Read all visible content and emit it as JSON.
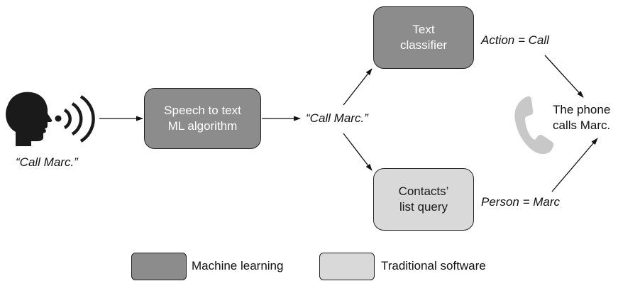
{
  "speaker_quote": "“Call Marc.”",
  "nodes": {
    "speech_to_text": {
      "line1": "Speech to text",
      "line2": "ML algorithm"
    },
    "text_classifier": {
      "line1": "Text",
      "line2": "classifier"
    },
    "contacts_query": {
      "line1": "Contacts’",
      "line2": "list query"
    }
  },
  "transcript_label": "“Call Marc.”",
  "action_label": "Action = Call",
  "person_label": "Person = Marc",
  "result": {
    "line1": "The phone",
    "line2": "calls Marc."
  },
  "legend": {
    "ml_label": "Machine learning",
    "traditional_label": "Traditional software"
  },
  "colors": {
    "ml_fill": "#8c8c8c",
    "traditional_fill": "#d9d9d9",
    "head": "#1a1a1a",
    "phone": "#c8c8c8"
  },
  "icons": [
    "speaking-head-icon",
    "sound-waves-icon",
    "telephone-handset-icon"
  ]
}
